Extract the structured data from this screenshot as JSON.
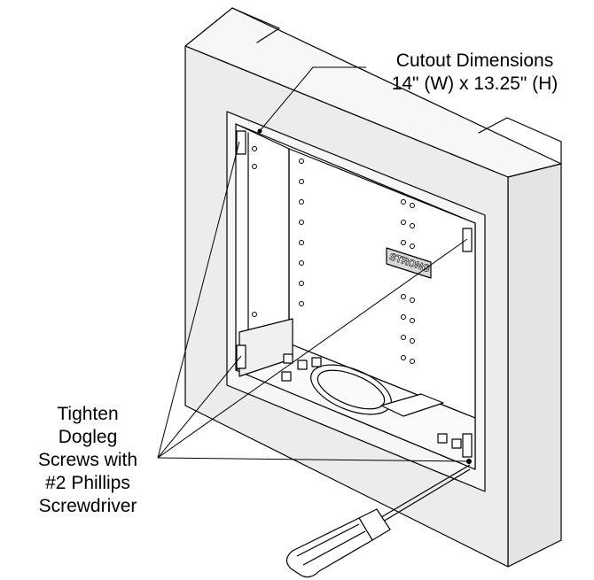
{
  "figure": {
    "logo_text": "STRONG",
    "callouts": {
      "cutout": {
        "lines": [
          "Cutout Dimensions",
          "14\" (W) x 13.25\" (H)"
        ]
      },
      "tighten": {
        "lines": [
          "Tighten",
          "Dogleg",
          "Screws with",
          "#2 Phillips",
          "Screwdriver"
        ]
      }
    },
    "colors": {
      "line": "#000000",
      "wall_face": "#ebebeb",
      "opening": "#ffffff",
      "flange": "#f4f4f4"
    }
  }
}
